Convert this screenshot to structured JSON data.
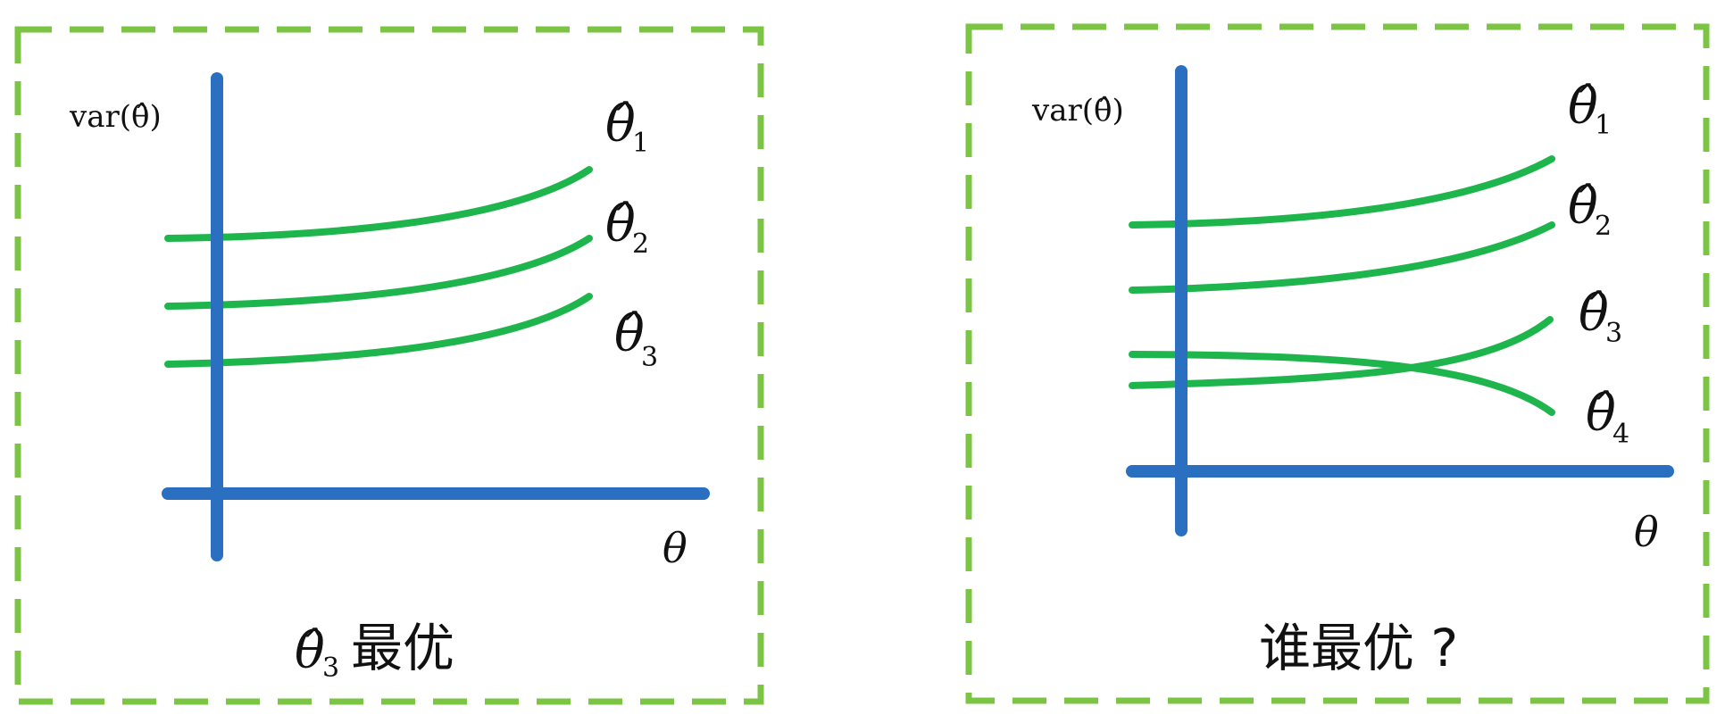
{
  "colors": {
    "frame": "#7cc444",
    "axis": "#2a6fc0",
    "curve": "#1fb54d",
    "text": "#111111"
  },
  "panels": [
    {
      "y_label": "var(θ̂)",
      "x_label": "θ",
      "estimators": [
        {
          "symbol": "θ̂",
          "index": "1"
        },
        {
          "symbol": "θ̂",
          "index": "2"
        },
        {
          "symbol": "θ̂",
          "index": "3"
        }
      ],
      "caption": {
        "symbol": "θ̂",
        "index": "3",
        "text": "最优"
      }
    },
    {
      "y_label": "var(θ̂)",
      "x_label": "θ",
      "estimators": [
        {
          "symbol": "θ̂",
          "index": "1"
        },
        {
          "symbol": "θ̂",
          "index": "2"
        },
        {
          "symbol": "θ̂",
          "index": "3"
        },
        {
          "symbol": "θ̂",
          "index": "4"
        }
      ],
      "caption": {
        "text": "谁最优 ?"
      }
    }
  ]
}
